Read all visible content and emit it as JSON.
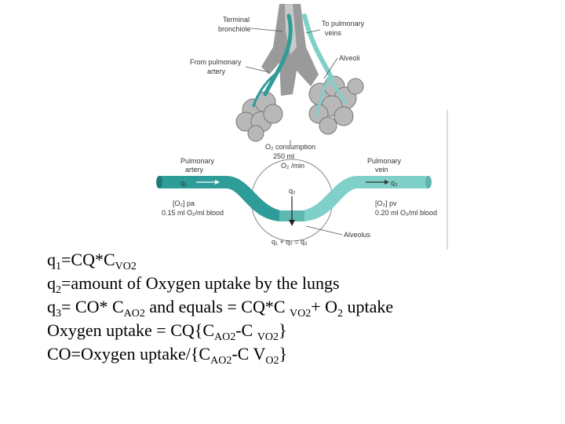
{
  "figure": {
    "labels": {
      "terminal_bronchiole": [
        "Terminal",
        "bronchiole"
      ],
      "to_pulmonary_veins": [
        "To pulmonary",
        "veins"
      ],
      "from_pulmonary_artery": [
        "From pulmonary",
        "artery"
      ],
      "alveoli": "Alveoli",
      "o2_consumption": [
        "O₂ consumption",
        "250 ml",
        "O₂ /min"
      ],
      "pulmonary_artery": [
        "Pulmonary",
        "artery"
      ],
      "pulmonary_vein": [
        "Pulmonary",
        "vein"
      ],
      "q1": "q₁",
      "q2": "q₂",
      "q3": "q₃",
      "o2_pa": [
        "[O₂] pa",
        "0.15 ml O₂/ml blood"
      ],
      "o2_pv": [
        "[O₂] pv",
        "0.20 ml O₂/ml blood"
      ],
      "alveolus": "Alveolus",
      "sum_eq": "q₁ + q₂ = q₃"
    },
    "colors": {
      "teal_dark": "#2e9c98",
      "teal_light": "#7fd0c8",
      "gray": "#9a9a9a",
      "alveoli_gray": "#b8b8b8"
    }
  },
  "equations": {
    "line1": {
      "a": "q",
      "a_sub": "1",
      "b": "=CQ*C",
      "b_sub": "VO2"
    },
    "line2": {
      "a": "q",
      "a_sub": "2",
      "b": "=amount of Oxygen uptake by the lungs"
    },
    "line3": {
      "a": "q",
      "a_sub": "3",
      "b": "= CO* C",
      "b_sub": "AO2",
      "c": " and equals = CQ*C ",
      "c_sub": "VO2",
      "d": "+ O",
      "d_sub": "2",
      "e": " uptake"
    },
    "line4": {
      "a": "Oxygen uptake = CQ{C",
      "a_sub": "AO2",
      "b": "-C ",
      "b_sub": "VO2",
      "c": "}"
    },
    "line5": {
      "a": "CO=Oxygen uptake/{C",
      "a_sub": "AO2",
      "b": "-C V",
      "b_sub": "O2",
      "c": "}"
    }
  }
}
